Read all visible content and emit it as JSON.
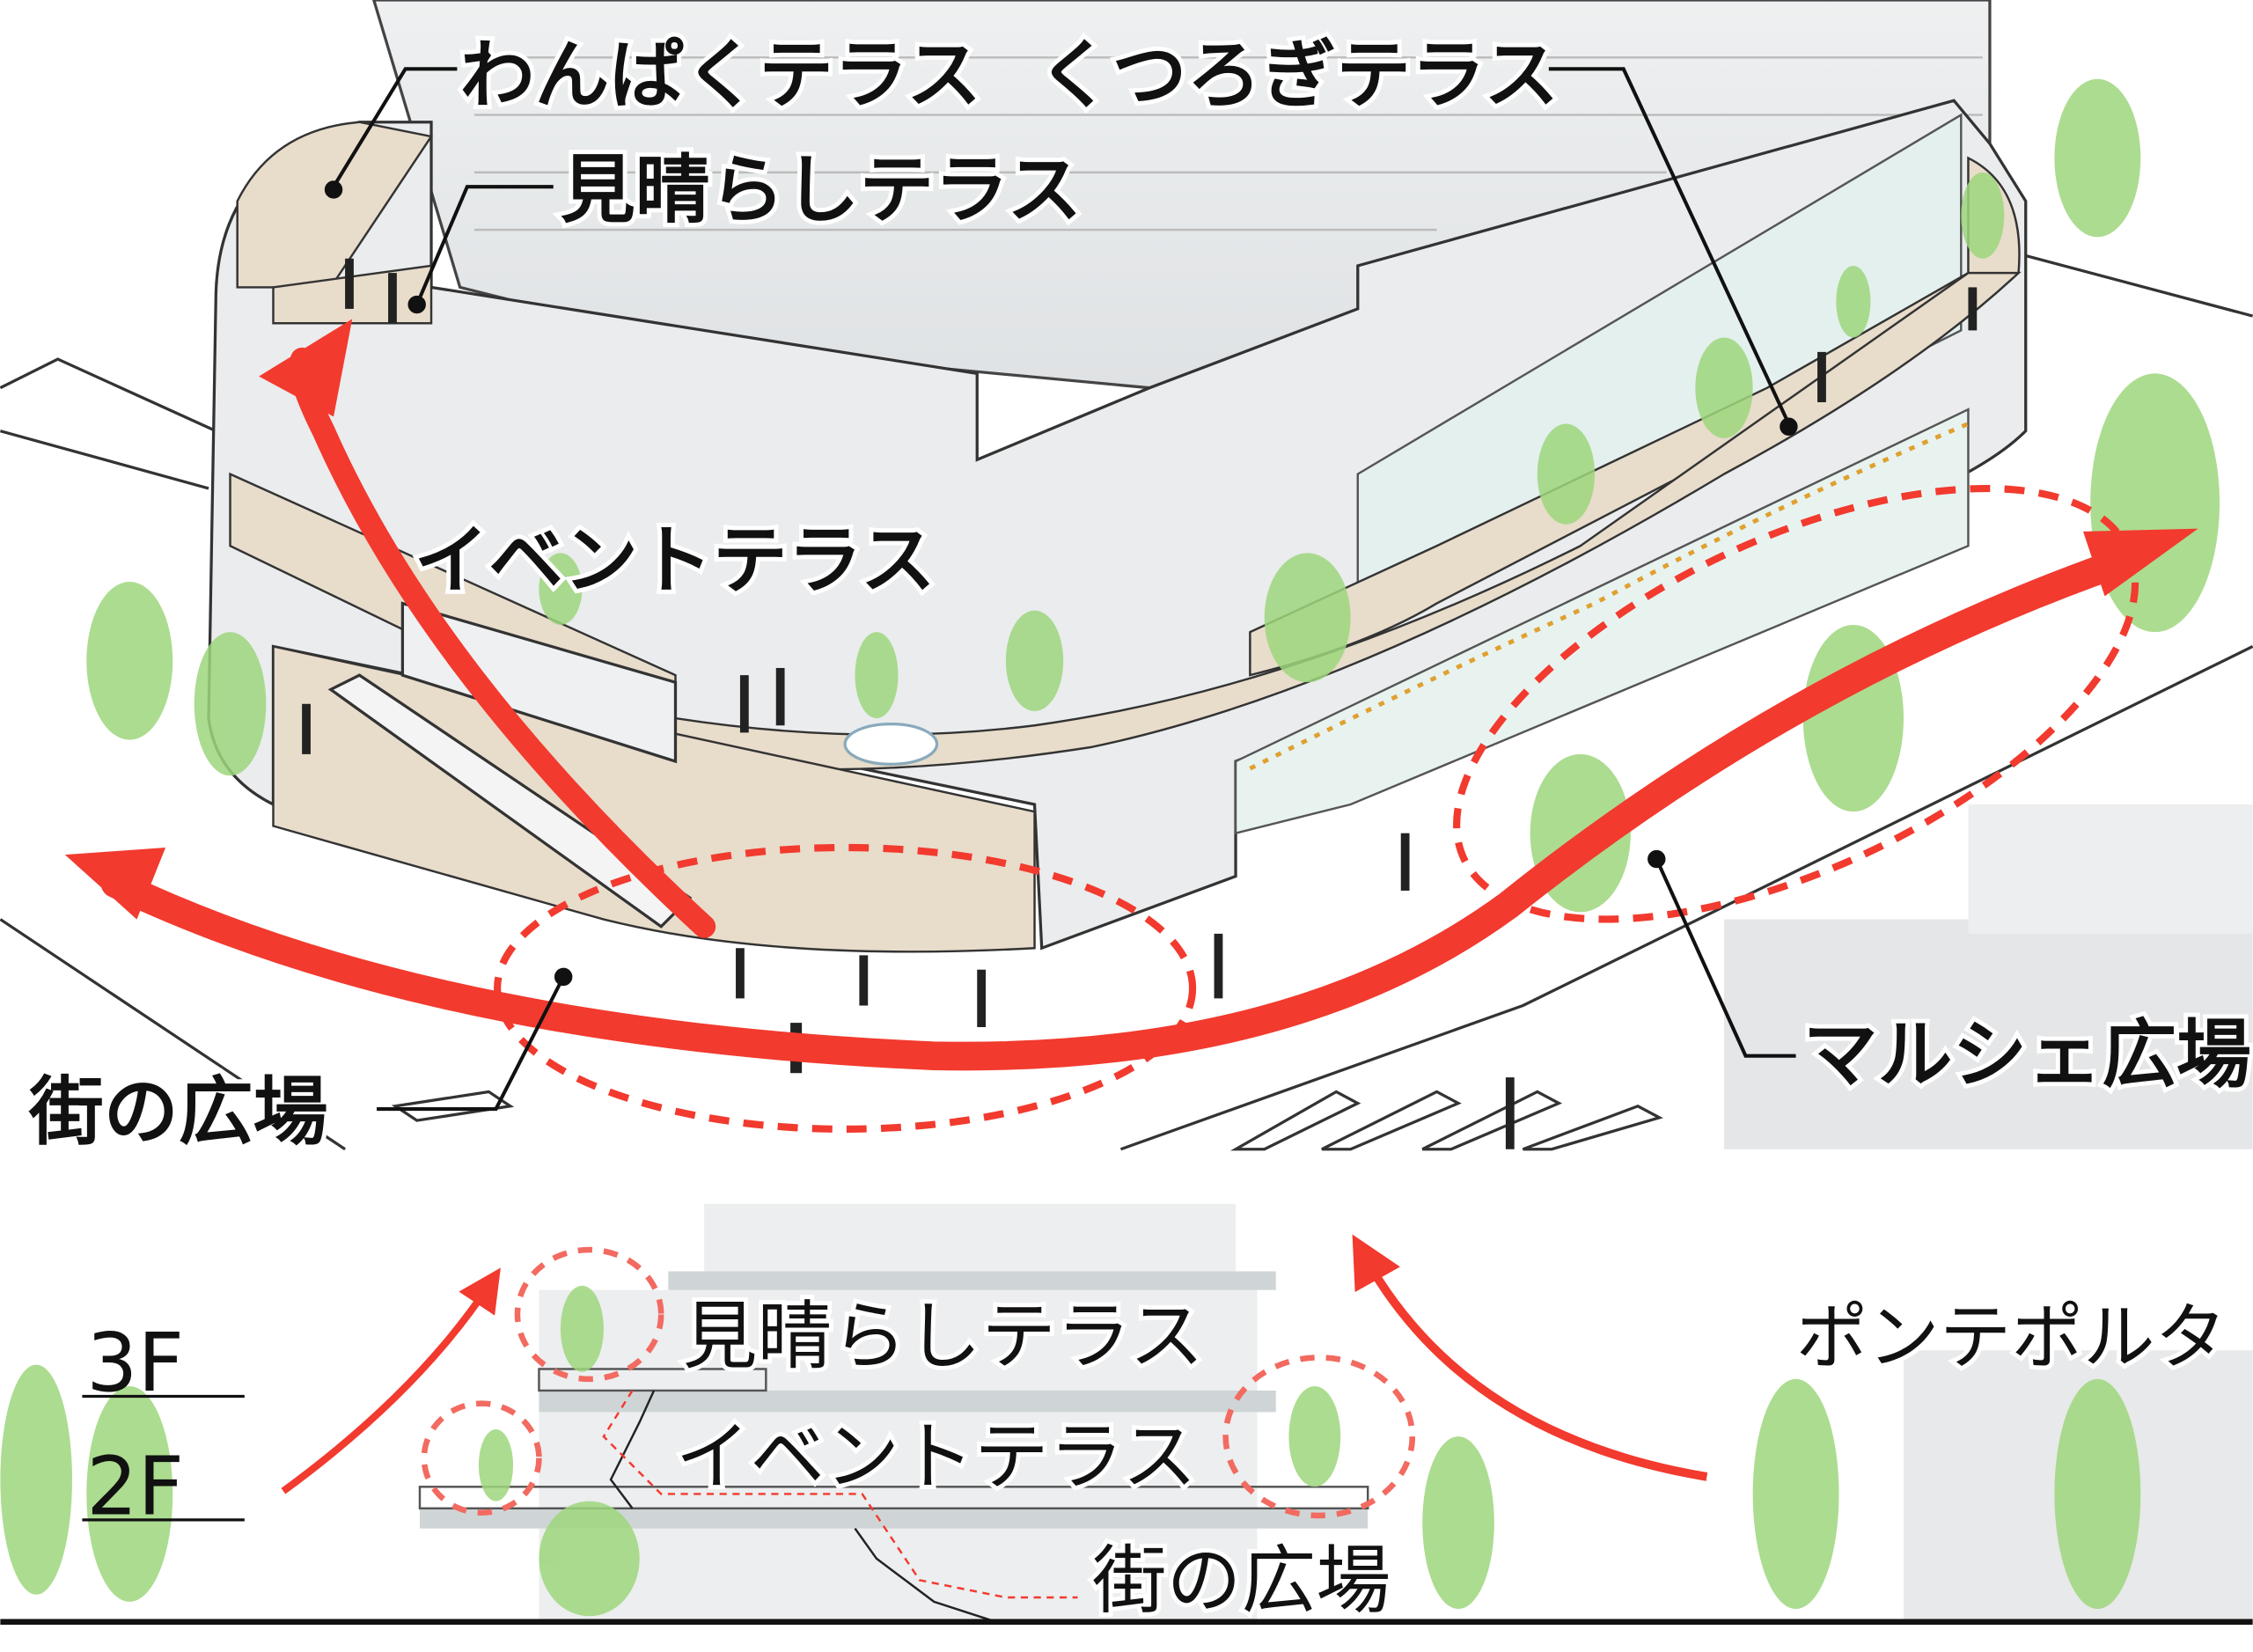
{
  "top_labels": {
    "wanpaku": "わんぱくテラス",
    "kutsurogi": "くつろぎテラス",
    "miharashi": "見晴らしテラス",
    "event": "イベントテラス",
    "machi": "街の広場",
    "marche": "マルシェ広場"
  },
  "section_labels": {
    "floor_3": "3F",
    "floor_2": "2F",
    "miharashi": "見晴らしテラス",
    "event": "イベントテラス",
    "machi": "街の広場",
    "ponteporta": "ポンテポルタ"
  },
  "colors": {
    "arrow": "#f23a2e",
    "terrace": "#e8dccb",
    "tree": "#9ed67d",
    "building": "#e6e8e9"
  }
}
